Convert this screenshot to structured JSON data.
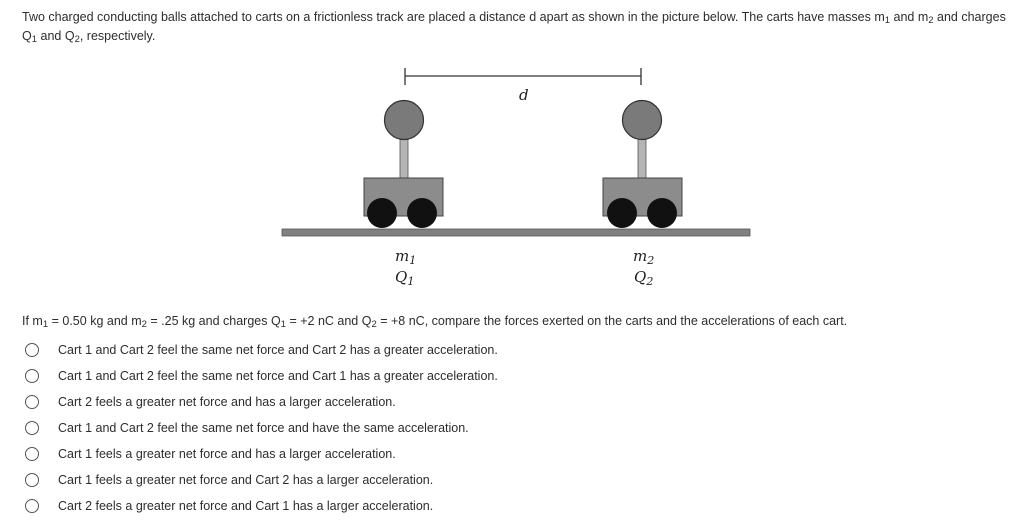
{
  "intro": {
    "line1_a": "Two charged conducting balls attached to carts on a frictionless track are placed a distance d apart as shown in the picture below. The carts have masses m",
    "line1_sub1": "1",
    "line1_b": " and m",
    "line1_sub2": "2",
    "line1_c": " and charges",
    "line2_a": "Q",
    "line2_sub1": "1",
    "line2_b": " and Q",
    "line2_sub2": "2",
    "line2_c": ", respectively."
  },
  "figure": {
    "distance_label": "d",
    "cart1": {
      "mass_symbol": "m",
      "mass_sub": "1",
      "charge_symbol": "Q",
      "charge_sub": "1"
    },
    "cart2": {
      "mass_symbol": "m",
      "mass_sub": "2",
      "charge_symbol": "Q",
      "charge_sub": "2"
    },
    "colors": {
      "ball": "#7a7a7a",
      "cart_body": "#8c8c8c",
      "wheel": "#111111",
      "track": "#808080",
      "line": "#333333"
    }
  },
  "question": {
    "p1": "If m",
    "s1": "1",
    "p2": " = 0.50 kg and m",
    "s2": "2",
    "p3": " = .25 kg and charges Q",
    "s3": "1",
    "p4": "  = +2 nC and Q",
    "s4": "2",
    "p5": " = +8 nC, compare the forces exerted on the carts and the accelerations of each cart."
  },
  "options": [
    "Cart 1 and Cart 2 feel the same net force and Cart 2 has a greater acceleration.",
    "Cart 1 and Cart 2 feel the same net force and Cart 1 has a greater acceleration.",
    "Cart 2 feels a greater net force and has a larger acceleration.",
    "Cart 1 and Cart 2 feel the same net force and have the same acceleration.",
    "Cart 1 feels a greater net force and has a larger acceleration.",
    "Cart 1 feels a greater net force and Cart 2 has a larger acceleration.",
    "Cart 2 feels a greater net force and Cart 1 has a larger acceleration."
  ]
}
